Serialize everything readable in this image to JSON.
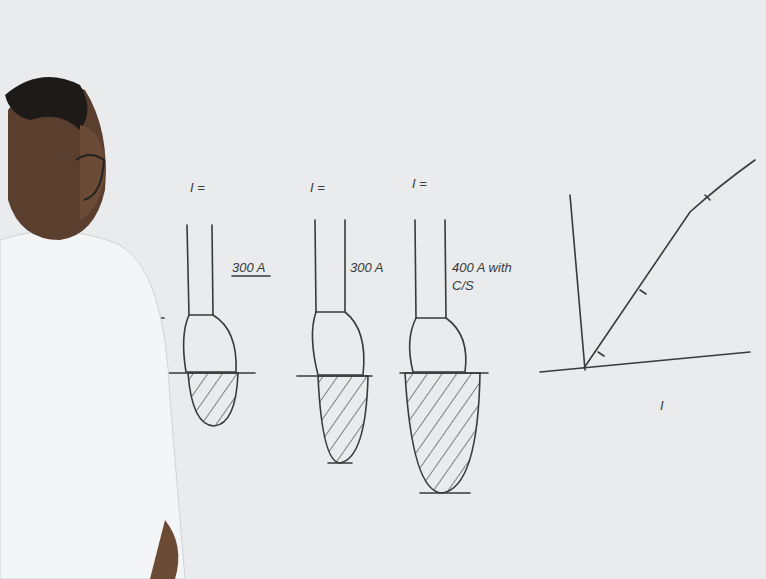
{
  "diagram": {
    "labels": [
      "I =",
      "I =",
      "I =",
      "300 A",
      "300 A",
      "400 A with C/S",
      "I"
    ]
  }
}
